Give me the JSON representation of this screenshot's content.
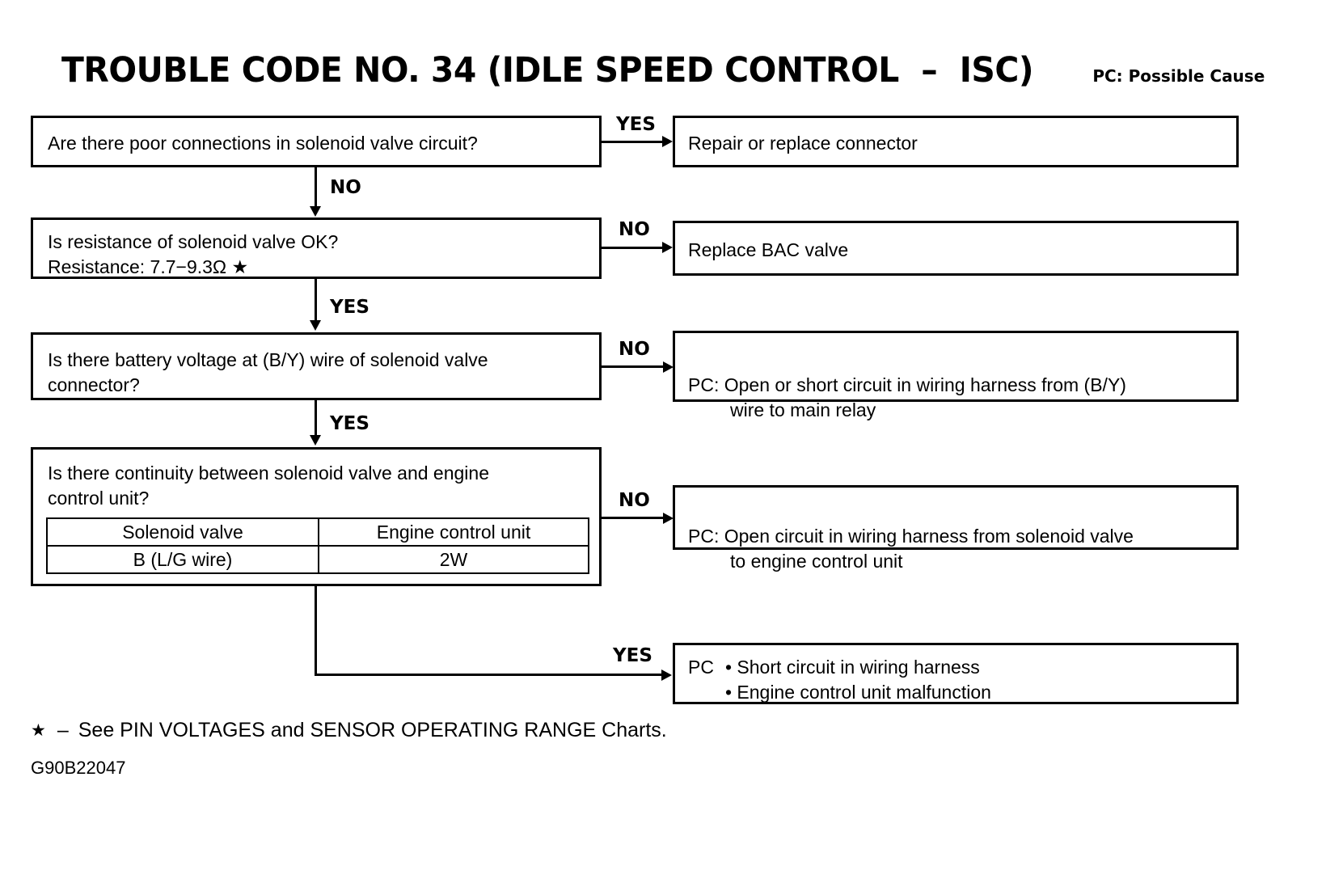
{
  "title": {
    "main": "TROUBLE CODE NO. 34 (IDLE SPEED CONTROL  –  ISC)",
    "legend": "PC: Possible Cause"
  },
  "flow": {
    "questions": [
      {
        "id": "q1",
        "text": "Are there poor connections in solenoid valve circuit?"
      },
      {
        "id": "q2",
        "text": "Is resistance of solenoid valve OK?\nResistance: 7.7−9.3Ω   ★"
      },
      {
        "id": "q3",
        "text": "Is there battery voltage at (B/Y) wire of solenoid valve\nconnector?"
      },
      {
        "id": "q4",
        "text": "Is there continuity between solenoid valve and engine\ncontrol unit?",
        "table": {
          "headers": [
            "Solenoid valve",
            "Engine control unit"
          ],
          "rows": [
            [
              "B (L/G wire)",
              "2W"
            ]
          ]
        }
      }
    ],
    "results": [
      {
        "id": "r1",
        "text": "Repair or replace connector"
      },
      {
        "id": "r2",
        "text": "Replace BAC valve"
      },
      {
        "id": "r3",
        "line1": "PC: Open or short circuit in wiring harness from (B/Y)",
        "line2": "wire to main relay"
      },
      {
        "id": "r4",
        "line1": "PC: Open circuit in wiring harness from solenoid valve",
        "line2": "to engine control unit"
      },
      {
        "id": "r5",
        "label": "PC",
        "items": [
          "• Short circuit in wiring harness",
          "• Engine control unit malfunction"
        ]
      }
    ],
    "edge_labels": {
      "q1_yes": "YES",
      "q1_no": "NO",
      "q2_no": "NO",
      "q2_yes": "YES",
      "q3_no": "NO",
      "q3_yes": "YES",
      "q4_no": "NO",
      "q4_yes": "YES"
    }
  },
  "footer": {
    "star": "★",
    "dash": "–",
    "note": "See PIN VOLTAGES and SENSOR OPERATING RANGE Charts.",
    "image_code": "G90B22047"
  },
  "colors": {
    "ink": "#000000",
    "paper": "#ffffff"
  }
}
